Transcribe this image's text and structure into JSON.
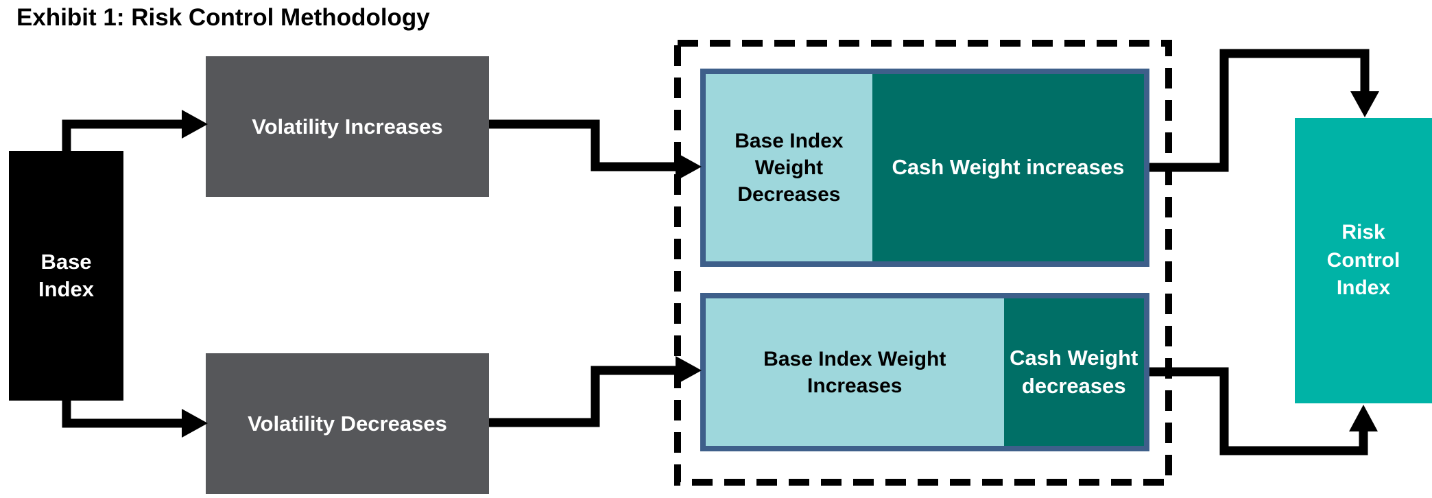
{
  "title": "Exhibit 1: Risk Control Methodology",
  "colors": {
    "black": "#000000",
    "gray_box": "#56575A",
    "light_teal": "#9ED7DC",
    "dark_teal": "#006F66",
    "split_border": "#3E5F8A",
    "risk_teal": "#00B3A6",
    "text_light": "#FFFFFF",
    "text_dark": "#000000"
  },
  "diagram": {
    "base_index": "Base Index",
    "volatility_increases": "Volatility Increases",
    "volatility_decreases": "Volatility Decreases",
    "high_vol_outcome": {
      "base_weight": "Base Index Weight Decreases",
      "cash_weight": "Cash Weight increases"
    },
    "low_vol_outcome": {
      "base_weight": "Base Index Weight Increases",
      "cash_weight": "Cash Weight decreases"
    },
    "risk_control_index": "Risk Control Index"
  }
}
